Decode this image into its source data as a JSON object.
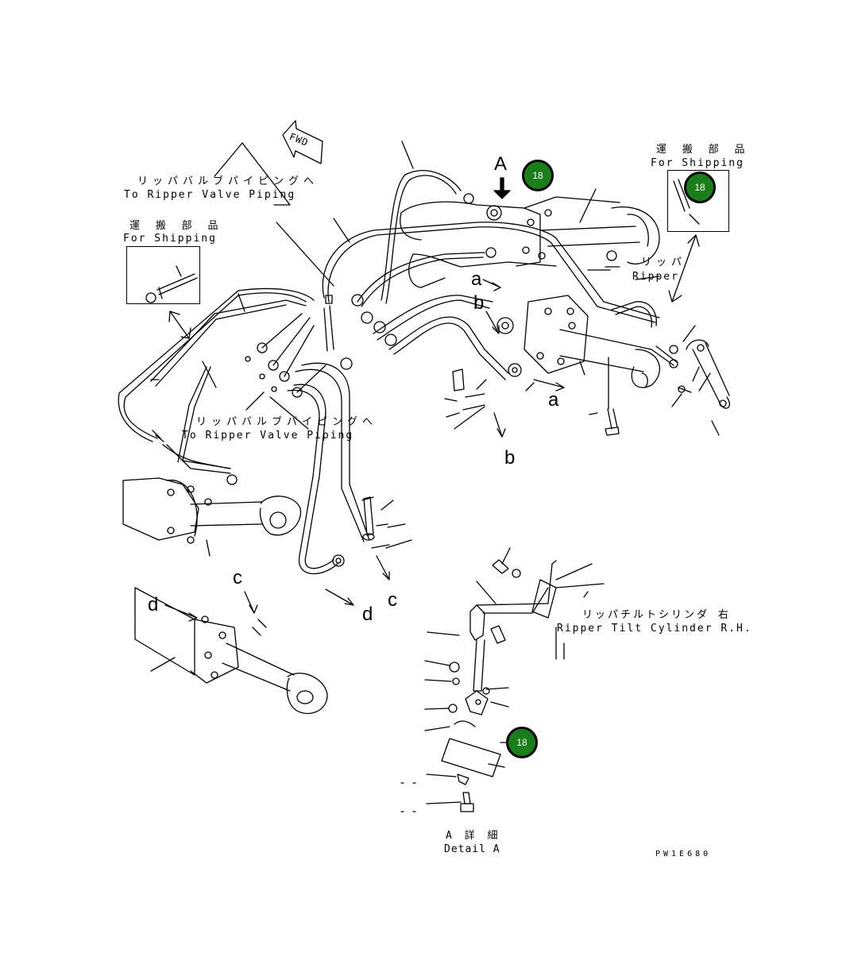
{
  "diagram": {
    "ref_code": "PW1E680",
    "labels": {
      "valve_piping_jp_1": "リッパバルブパイピングへ",
      "valve_piping_en_1": "To Ripper Valve Piping",
      "valve_piping_jp_2": "リッパバルブパイピングへ",
      "valve_piping_en_2": "To Ripper Valve Piping",
      "shipping_jp_left": "運 搬 部 品",
      "shipping_en_left": "For Shipping",
      "shipping_jp_right": "運 搬 部 品",
      "shipping_en_right": "For Shipping",
      "ripper_jp": "リッパ",
      "ripper_en": "Ripper",
      "tilt_cyl_jp": "リッパチルトシリンダ 右",
      "tilt_cyl_en": "Ripper Tilt Cylinder R.H.",
      "detail_jp": "A 詳 細",
      "detail_en": "Detail A",
      "fwd": "FWD"
    },
    "callouts": {
      "A": "A",
      "a1": "a",
      "a2": "a",
      "b1": "b",
      "b2": "b",
      "c1": "c",
      "c2": "c",
      "d1": "d",
      "d2": "d"
    },
    "markers": [
      {
        "label": "18"
      },
      {
        "label": "18"
      },
      {
        "label": "18"
      }
    ],
    "colors": {
      "line": "#000000",
      "marker_fill": "#1a7f1a"
    }
  }
}
